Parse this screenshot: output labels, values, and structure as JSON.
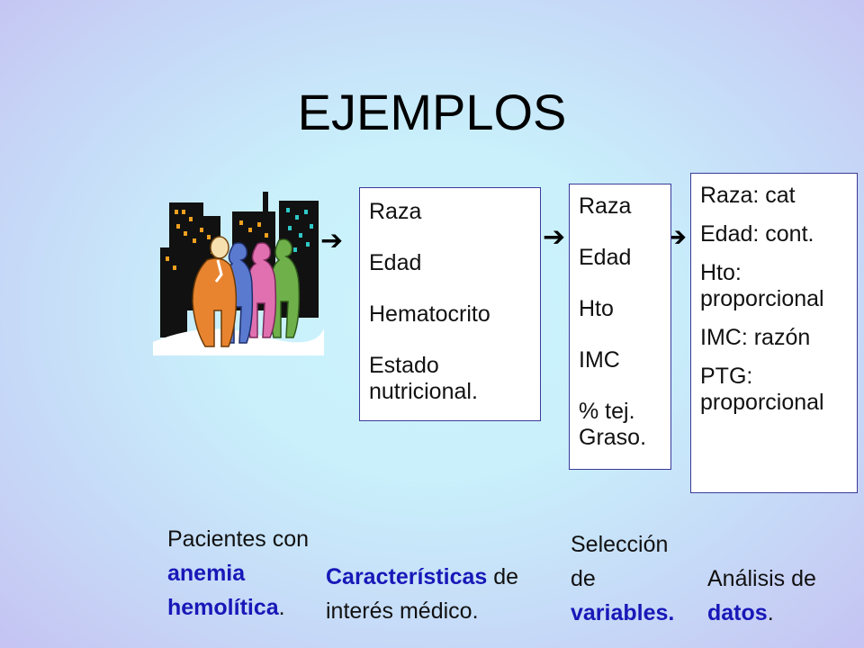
{
  "slide": {
    "title": "EJEMPLOS",
    "image_icon": "people-city-clipart",
    "arrow_icon": "right-arrow-icon",
    "colors": {
      "highlight": "#1818b8",
      "box_border": "#3a3a9a"
    }
  },
  "box1": {
    "items": [
      "Raza",
      "Edad",
      "Hematocrito",
      "Estado nutricional."
    ]
  },
  "box2": {
    "items": [
      "Raza",
      "Edad",
      "Hto",
      "IMC",
      "% tej. Graso."
    ]
  },
  "box3": {
    "items": [
      "Raza: cat",
      "Edad: cont.",
      "Hto: proporcional",
      "IMC: razón",
      "PTG: proporcional"
    ]
  },
  "captions": {
    "c1": {
      "plain": "Pacientes con",
      "highlight": "anemia hemolítica",
      "suffix": "."
    },
    "c2": {
      "highlight": "Características",
      "plain": "de interés médico."
    },
    "c3": {
      "plain": "Selección de",
      "highlight": "variables."
    },
    "c4": {
      "plain": "Análisis de",
      "highlight": "datos",
      "suffix": "."
    }
  }
}
